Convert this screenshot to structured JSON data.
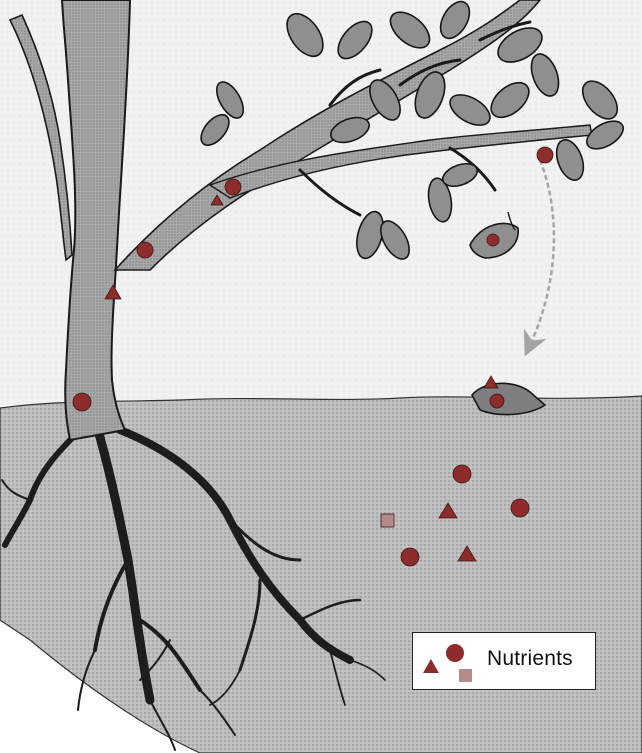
{
  "legend": {
    "label": "Nutrients",
    "symbols": [
      "triangle",
      "circle",
      "square"
    ]
  },
  "colors": {
    "nutrient_red": "#8e2b2b",
    "nutrient_square": "#b48a8a",
    "soil": "#b7b7b7",
    "trunk": "#9e9e9e",
    "outline": "#1a1a1a",
    "leaf": "#8c8c8c",
    "arrow": "#a9a9a9"
  }
}
